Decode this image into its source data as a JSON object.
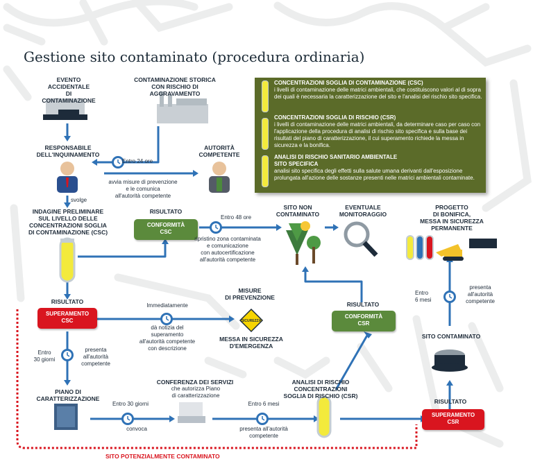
{
  "title": "Gestione sito contaminato (procedura ordinaria)",
  "colors": {
    "path": "#eceded",
    "arrow": "#2f72b6",
    "green": "#5b8a3c",
    "red": "#d9151f",
    "infobox": "#5b6b29",
    "yellow": "#f3ea3c"
  },
  "nodes": {
    "evento": "EVENTO ACCIDENTALE\nDI CONTAMINAZIONE",
    "storica": "CONTAMINAZIONE STORICA\nCON RISCHIO DI AGGRAVAMENTO",
    "responsabile": "RESPONSABILE\nDELL'INQUINAMENTO",
    "autorita": "AUTORITÀ\nCOMPETENTE",
    "indagine": "INDAGINE PRELIMINARE\nSUL LIVELLO DELLE\nCONCENTRAZIONI SOGLIA\nDI CONTAMINAZIONE (CSC)",
    "risultato1": "RISULTATO",
    "risultato2": "RISULTATO",
    "risultato3": "RISULTATO",
    "risultato4": "RISULTATO",
    "sito_non": "SITO NON\nCONTAMINATO",
    "monitoraggio": "EVENTUALE\nMONITORAGGIO",
    "progetto": "PROGETTO\nDI BONIFICA,\nMESSA IN SICUREZZA\nPERMANENTE",
    "misure": "MISURE\nDI PREVENZIONE",
    "messa": "MESSA IN SICUREZZA\nD'EMERGENZA",
    "sito_contaminato": "SITO CONTAMINATO",
    "piano": "PIANO DI\nCARATTERIZZAZIONE",
    "conferenza": "CONFERENZA DEI SERVIZI",
    "analisi": "ANALISI DI RISCHIO\nCONCENTRAZIONI\nSOGLIA DI RISCHIO (CSR)"
  },
  "pills": {
    "conf_csc": "CONFORMITÀ\nCSC",
    "sup_csc": "SUPERAMENTO\nCSC",
    "conf_csr": "CONFORMITÀ\nCSR",
    "sup_csr": "SUPERAMENTO\nCSR"
  },
  "texts": {
    "entro24": "Entro 24 ore",
    "avvia": "avvia misure di prevenzione\ne le comunica\nall'autorità competente",
    "svolge": "svolge",
    "entro48": "Entro 48 ore",
    "ripristino": "ripristino zona contaminata\ne comunicazione\ncon autocertificazione\nall'autorità competente",
    "immediatamente": "Immediatamente",
    "notizia": "dà notizia del\nsuperamento\nall'autorità competente\ncon descrizione",
    "entro30g": "Entro\n30 giorni",
    "presenta1": "presenta\nall'autorità\ncompetente",
    "entro30": "Entro 30 giorni",
    "convoca": "convoca",
    "autorizza": "che autorizza Piano\ndi caratterizzazione",
    "entro6m": "Entro 6 mesi",
    "presenta2": "presenta all'autorità\ncompetente",
    "entro6m_v": "Entro\n6 mesi",
    "presenta3": "presenta\nall'autorità\ncompetente",
    "sicurezza_sign": "SICUREZZA"
  },
  "infobox": [
    {
      "head": "CONCENTRAZIONI SOGLIA DI CONTAMINAZIONE (CSC)",
      "body": "i livelli di contaminazione delle matrici ambientali, che costituiscono valori al di sopra dei quali è necessaria la caratterizzazione del sito e l'analisi del rischio sito specifica."
    },
    {
      "head": "CONCENTRAZIONI SOGLIA DI RISCHIO (CSR)",
      "body": "i livelli di contaminazione delle matrici ambientali, da determinare caso per caso con l'applicazione della procedura di analisi di rischio sito specifica e sulla base dei risultati del piano di caratterizzazione, il cui superamento richiede la messa in sicurezza e la bonifica."
    },
    {
      "head": "ANALISI DI RISCHIO SANITARIO AMBIENTALE\nSITO SPECIFICA",
      "body": "analisi sito specifica degli effetti sulla salute umana derivanti dall'esposizione prolungata all'azione delle sostanze presenti nelle matrici ambientali contaminate."
    }
  ],
  "footer": "SITO POTENZIALMENTE CONTAMINATO"
}
